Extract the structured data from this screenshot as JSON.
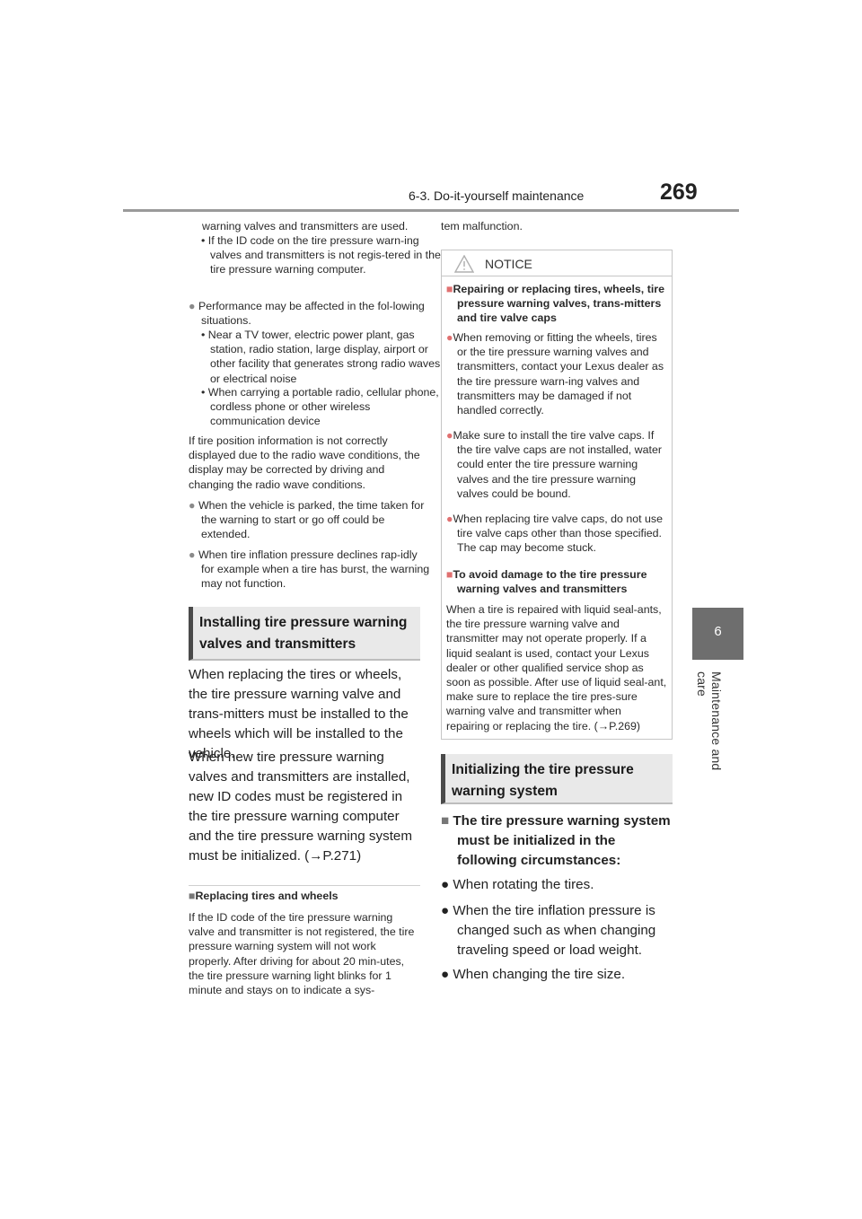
{
  "header": {
    "section": "6-3. Do-it-yourself maintenance",
    "page_number": "269"
  },
  "side_tab": {
    "number": "6",
    "label": "Maintenance and care"
  },
  "left_column": {
    "intro_continuation": "warning valves and transmitters are used.",
    "intro_dash_1": "• If the ID code on the tire pressure warn-ing valves and transmitters is not regis-tered in the tire pressure warning computer.",
    "bullet_1": "Performance may be affected in the fol-lowing situations.",
    "bullet_1_dash_1": "• Near a TV tower, electric power plant, gas station, radio station, large display, airport or other facility that generates strong radio waves or electrical noise",
    "bullet_1_dash_2": "• When carrying a portable radio, cellular phone, cordless phone or other wireless communication device",
    "para_1": "If tire position information is not correctly displayed due to the radio wave conditions, the display may be corrected by driving and changing the radio wave conditions.",
    "bullet_2": "When the vehicle is parked, the time taken for the warning to start or go off could be extended.",
    "bullet_3": "When tire inflation pressure declines rap-idly for example when a tire has burst, the warning may not function.",
    "heading_install": "Installing tire pressure warning valves and transmitters",
    "body_1": "When replacing the tires or wheels, the tire pressure warning valve and trans-mitters must be installed to the wheels which will be installed to the vehicle.",
    "body_2": "When new tire pressure warning valves and transmitters are installed, new ID codes must be registered in the tire pressure warning computer and the tire pressure warning system must be initialized. (→P.271)",
    "subheading_replace": "Replacing tires and wheels",
    "replace_text": "If the ID code of the tire pressure warning valve and transmitter is not registered, the tire pressure warning system will not work properly. After driving for about 20 min-utes, the tire pressure warning light blinks for 1 minute and stays on to indicate a sys-"
  },
  "right_column": {
    "continuation": "tem malfunction.",
    "notice": {
      "title": "NOTICE",
      "sub_1": "Repairing or replacing tires, wheels, tire pressure warning valves, trans-mitters and tire valve caps",
      "bullet_1": "When removing or fitting the wheels, tires or the tire pressure warning valves and transmitters, contact your Lexus dealer as the tire pressure warn-ing valves and transmitters may be damaged if not handled correctly.",
      "bullet_2": "Make sure to install the tire valve caps. If the tire valve caps are not installed, water could enter the tire pressure warning valves and the tire pressure warning valves could be bound.",
      "bullet_3": "When replacing tire valve caps, do not use tire valve caps other than those specified. The cap may become stuck.",
      "sub_2": "To avoid damage to the tire pressure warning valves and transmitters",
      "para": "When a tire is repaired with liquid seal-ants, the tire pressure warning valve and transmitter may not operate properly. If a liquid sealant is used, contact your Lexus dealer or other qualified service shop as soon as possible. After use of liquid seal-ant, make sure to replace the tire pres-sure warning valve and transmitter when repairing or replacing the tire. (→P.269)"
    },
    "heading_init": "Initializing the tire pressure warning system",
    "init_sub": "The tire pressure warning system must be initialized in the following circumstances:",
    "init_bullet_1": "When rotating the tires.",
    "init_bullet_2": "When the tire inflation pressure is changed such as when changing traveling speed or load weight.",
    "init_bullet_3": "When changing the tire size."
  }
}
